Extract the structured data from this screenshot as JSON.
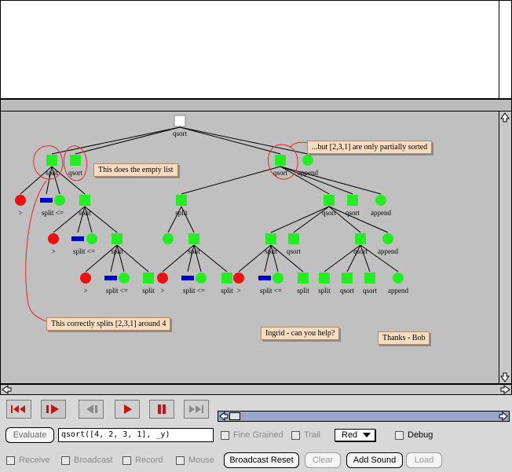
{
  "tree": {
    "nodes": [
      {
        "id": "root",
        "kind": "square",
        "color": "white",
        "label": "qsort"
      },
      {
        "id": "n1",
        "kind": "square",
        "color": "green",
        "label": "split"
      },
      {
        "id": "n2",
        "kind": "square",
        "color": "green",
        "label": "qsort"
      },
      {
        "id": "n3",
        "kind": "square",
        "color": "green",
        "label": "qsort"
      },
      {
        "id": "n4",
        "kind": "circle",
        "color": "green",
        "label": "append"
      },
      {
        "id": "a1",
        "kind": "circle",
        "color": "red",
        "label": ">"
      },
      {
        "id": "a2",
        "kind": "dash",
        "color": "blue",
        "label": "split <="
      },
      {
        "id": "a3",
        "kind": "circle",
        "color": "green",
        "label": ""
      },
      {
        "id": "a4",
        "kind": "square",
        "color": "green",
        "label": "split"
      },
      {
        "id": "b1",
        "kind": "circle",
        "color": "red",
        "label": ">"
      },
      {
        "id": "b2",
        "kind": "dash",
        "color": "blue",
        "label": "split <="
      },
      {
        "id": "b3",
        "kind": "circle",
        "color": "green",
        "label": ""
      },
      {
        "id": "b4",
        "kind": "square",
        "color": "green",
        "label": "split"
      },
      {
        "id": "c1",
        "kind": "circle",
        "color": "red",
        "label": ">"
      },
      {
        "id": "c2",
        "kind": "dash",
        "color": "blue",
        "label": "split <="
      },
      {
        "id": "c3",
        "kind": "circle",
        "color": "green",
        "label": ""
      },
      {
        "id": "c4",
        "kind": "square",
        "color": "green",
        "label": "split"
      },
      {
        "id": "m1",
        "kind": "square",
        "color": "green",
        "label": "split"
      },
      {
        "id": "m2",
        "kind": "circle",
        "color": "green",
        "label": ""
      },
      {
        "id": "m3",
        "kind": "square",
        "color": "green",
        "label": "split"
      },
      {
        "id": "m4",
        "kind": "circle",
        "color": "red",
        "label": ">"
      },
      {
        "id": "m5",
        "kind": "dash",
        "color": "blue",
        "label": "split <="
      },
      {
        "id": "m6",
        "kind": "circle",
        "color": "green",
        "label": ""
      },
      {
        "id": "m7",
        "kind": "square",
        "color": "green",
        "label": "split"
      },
      {
        "id": "r1",
        "kind": "square",
        "color": "green",
        "label": "qsort"
      },
      {
        "id": "r2",
        "kind": "square",
        "color": "green",
        "label": "qsort"
      },
      {
        "id": "r3",
        "kind": "circle",
        "color": "green",
        "label": "append"
      },
      {
        "id": "s1",
        "kind": "square",
        "color": "green",
        "label": "split"
      },
      {
        "id": "s2",
        "kind": "square",
        "color": "green",
        "label": "qsort"
      },
      {
        "id": "s3",
        "kind": "square",
        "color": "green",
        "label": "qsort"
      },
      {
        "id": "s4",
        "kind": "circle",
        "color": "green",
        "label": "append"
      },
      {
        "id": "t1",
        "kind": "circle",
        "color": "red",
        "label": ">"
      },
      {
        "id": "t2",
        "kind": "dash",
        "color": "blue",
        "label": "split <="
      },
      {
        "id": "t3",
        "kind": "circle",
        "color": "green",
        "label": ""
      },
      {
        "id": "t4",
        "kind": "square",
        "color": "green",
        "label": "split"
      },
      {
        "id": "u1",
        "kind": "square",
        "color": "green",
        "label": "split"
      },
      {
        "id": "u2",
        "kind": "square",
        "color": "green",
        "label": "qsort"
      },
      {
        "id": "u3",
        "kind": "square",
        "color": "green",
        "label": "qsort"
      },
      {
        "id": "u4",
        "kind": "circle",
        "color": "green",
        "label": "append"
      }
    ]
  },
  "notes": {
    "empty_list": "This does the empty list",
    "partially_sorted": "...but [2,3,1] are only partially sorted",
    "correct_split": "This correctly splits [2,3,1] around 4",
    "ingrid": "Ingrid - can you help?",
    "thanks": "Thanks - Bob"
  },
  "playback": {
    "buttons": [
      "rewind",
      "step-forward",
      "step-back",
      "play",
      "pause",
      "fast-forward"
    ]
  },
  "controls": {
    "evaluate_label": "Evaluate",
    "query_value": "qsort([4, 2, 3, 1], _y)",
    "fine_grained_label": "Fine Grained",
    "trail_label": "Trail",
    "color_value": "Red",
    "debug_label": "Debug",
    "receive_label": "Receive",
    "broadcast_label": "Broadcast",
    "record_label": "Record",
    "mouse_label": "Mouse",
    "broadcast_reset_label": "Broadcast Reset",
    "clear_label": "Clear",
    "add_sound_label": "Add Sound",
    "load_label": "Load"
  },
  "colors": {
    "green": "#22ee22",
    "red": "#ee1111",
    "blue": "#0000cc",
    "white": "#ffffff",
    "annotation": "#ee2222",
    "play": "#cc1111"
  }
}
